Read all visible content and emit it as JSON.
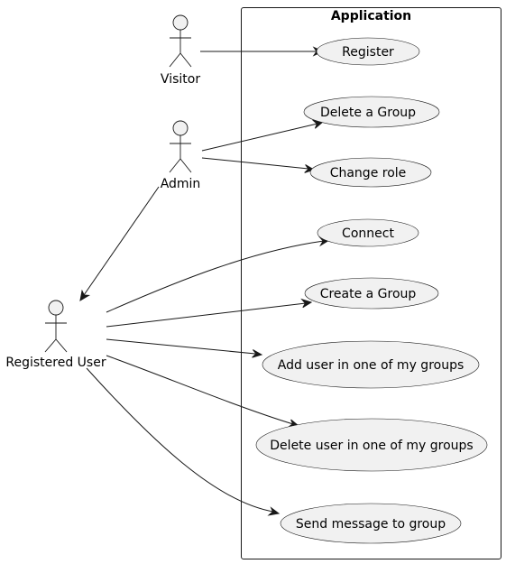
{
  "boundary": {
    "title": "Application"
  },
  "actors": {
    "visitor": "Visitor",
    "admin": "Admin",
    "registered_user": "Registered User"
  },
  "use_cases": {
    "register": "Register",
    "delete_group": "Delete a Group",
    "change_role": "Change role",
    "connect": "Connect",
    "create_group": "Create a Group",
    "add_user": "Add user in one of my groups",
    "delete_user": "Delete user in one of my groups",
    "send_message": "Send message to group"
  },
  "relations": [
    {
      "from": "Visitor",
      "to": "Register"
    },
    {
      "from": "Admin",
      "to": "Delete a Group"
    },
    {
      "from": "Admin",
      "to": "Change role"
    },
    {
      "from": "Admin",
      "to": "Registered User"
    },
    {
      "from": "Registered User",
      "to": "Connect"
    },
    {
      "from": "Registered User",
      "to": "Create a Group"
    },
    {
      "from": "Registered User",
      "to": "Add user in one of my groups"
    },
    {
      "from": "Registered User",
      "to": "Delete user in one of my groups"
    },
    {
      "from": "Registered User",
      "to": "Send message to group"
    }
  ],
  "colors": {
    "fill": "#f1f1f1",
    "stroke": "#181818",
    "text": "#000000"
  }
}
